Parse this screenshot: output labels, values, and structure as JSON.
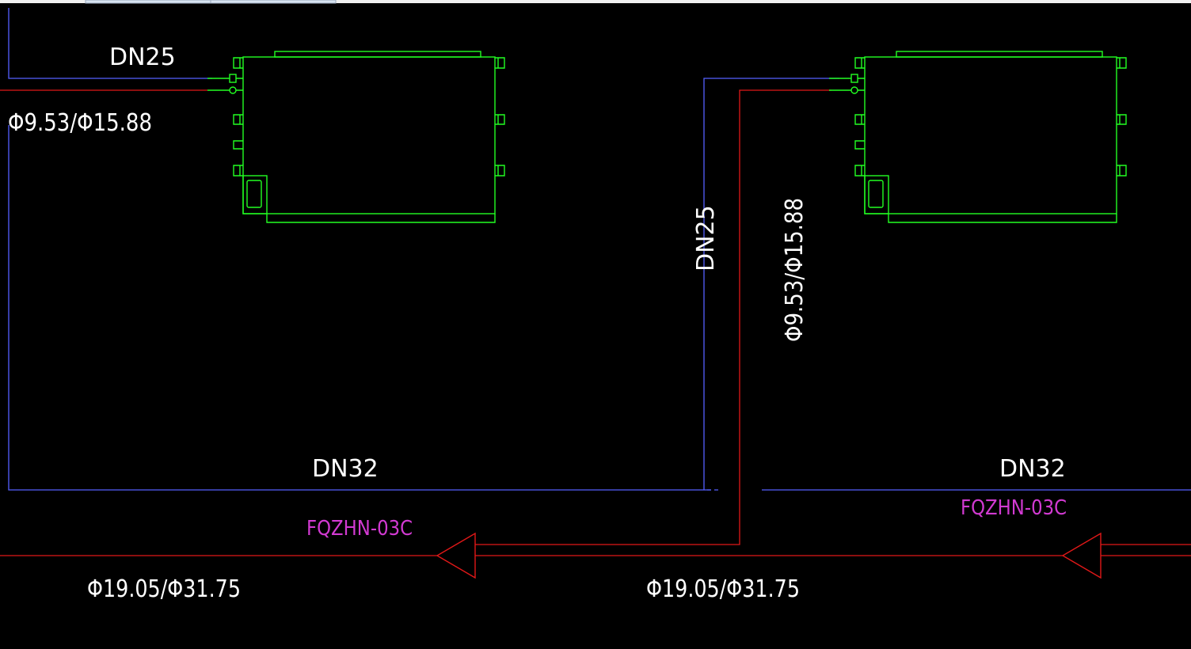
{
  "labels": {
    "left_supply_size": "DN25",
    "left_refrigerant_size": "Φ9.53/Φ15.88",
    "riser_supply_size": "DN25",
    "riser_refrigerant_size": "Φ9.53/Φ15.88",
    "left_main_size": "DN32",
    "right_main_size": "DN32",
    "left_branch_tag": "FQZHN-03C",
    "right_branch_tag": "FQZHN-03C",
    "left_main_refrigerant_size": "Φ19.05/Φ31.75",
    "right_main_refrigerant_size": "Φ19.05/Φ31.75"
  },
  "colors": {
    "background": "#000000",
    "water_pipe": "#5560ff",
    "refrigerant_pipe": "#e01818",
    "equipment": "#22ff22",
    "text": "#ffffff",
    "tag_text": "#d23ad2"
  },
  "icons": {
    "indoor_unit": "indoor-unit-icon",
    "branch_joint": "branch-joint-arrow-icon"
  }
}
